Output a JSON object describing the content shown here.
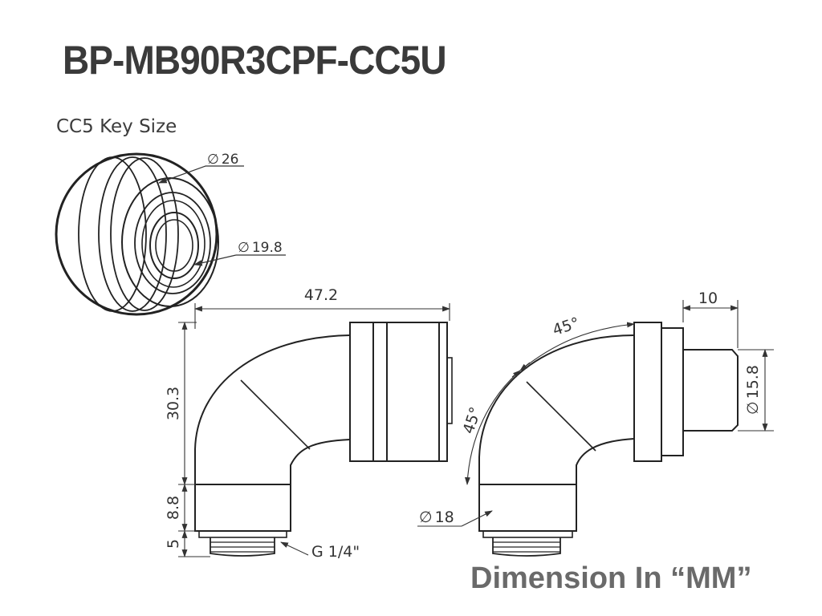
{
  "title": "BP-MB90R3CPF-CC5U",
  "key_size_label": "CC5 Key Size",
  "footer": "Dimension In “MM”",
  "diameter_symbol": "∅",
  "dimensions": {
    "outer_diameter": "26",
    "inner_diameter": "19.8",
    "overall_length": "47.2",
    "height": "30.3",
    "base_height": "8.8",
    "thread_height": "5",
    "thread_spec": "G 1/4\"",
    "angle_upper": "45°",
    "angle_lower": "45°",
    "fitting_length": "10",
    "fitting_diameter": "15.8",
    "body_diameter": "18"
  }
}
